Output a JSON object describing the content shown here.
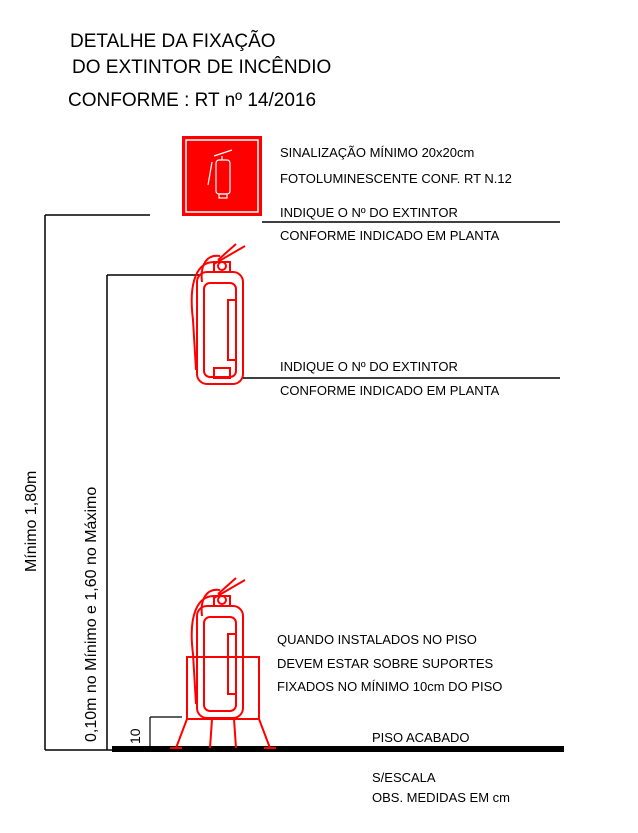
{
  "title": {
    "line1": "DETALHE DA FIXAÇÃO",
    "line2": "DO EXTINTOR DE INCÊNDIO",
    "line3": "CONFORME :   RT nº 14/2016"
  },
  "signage": {
    "line1": "SINALIZAÇÃO MÍNIMO 20x20cm",
    "line2": "FOTOLUMINESCENTE CONF. RT N.12"
  },
  "top_callout": {
    "line1": "INDIQUE O Nº DO EXTINTOR",
    "line2": "CONFORME INDICADO EM PLANTA"
  },
  "middle_callout": {
    "line1": "INDIQUE O Nº DO EXTINTOR",
    "line2": "CONFORME INDICADO EM PLANTA"
  },
  "floor_note": {
    "line1": "QUANDO INSTALADOS NO PISO",
    "line2": "DEVEM ESTAR SOBRE SUPORTES",
    "line3": "FIXADOS NO MÍNIMO 10cm DO PISO"
  },
  "floor_label": "PISO ACABADO",
  "dimensions": {
    "outer": "Mínimo 1,80m",
    "inner": "0,10m no Mínimo e 1,60 no Máximo",
    "small": "10"
  },
  "footer": {
    "line1": "S/ESCALA",
    "line2": "OBS. MEDIDAS EM cm"
  },
  "colors": {
    "extinguisher": "#ff0000",
    "lines": "#000000"
  }
}
